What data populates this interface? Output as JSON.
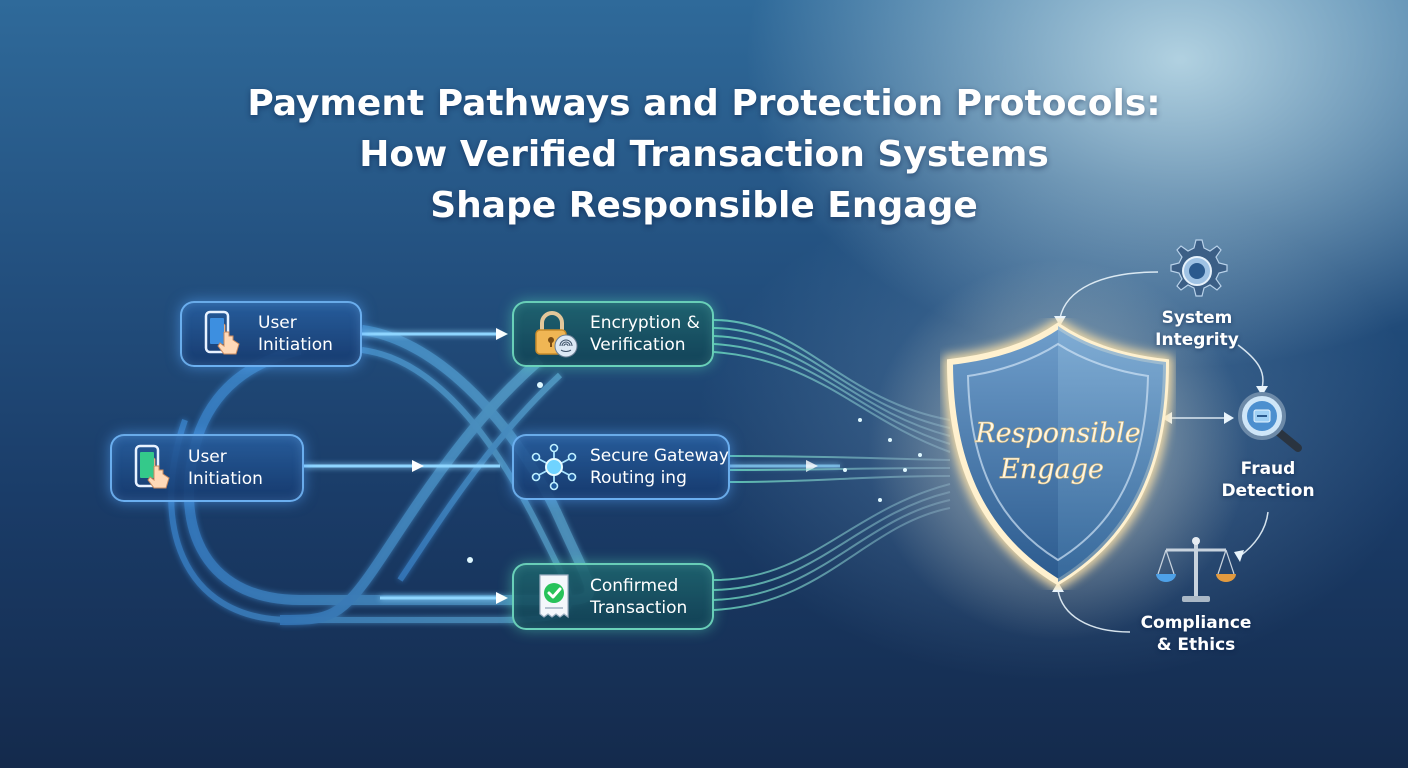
{
  "title": {
    "line1": "Payment Pathways and Protection Protocols:",
    "line2": "How Verified Transaction Systems",
    "line3": "Shape Responsible Engage"
  },
  "nodes": {
    "user_initiation_top": {
      "line1": "User",
      "line2": "Initiation",
      "icon": "phone-touch-icon"
    },
    "user_initiation_left": {
      "line1": "User",
      "line2": "Initiation",
      "icon": "phone-touch-icon"
    },
    "encryption": {
      "line1": "Encryption &",
      "line2": "Verification",
      "icon": "padlock-fingerprint-icon"
    },
    "gateway": {
      "line1": "Secure Gateway",
      "line2": "Routing ing",
      "icon": "network-hub-icon"
    },
    "confirmed": {
      "line1": "Confirmed",
      "line2": "Transaction",
      "icon": "receipt-check-icon"
    }
  },
  "shield": {
    "line1": "Responsible",
    "line2": "Engage",
    "icon": "shield-icon"
  },
  "cycle": {
    "system_integrity": {
      "line1": "System",
      "line2": "Integrity",
      "icon": "gear-icon"
    },
    "fraud_detection": {
      "line1": "Fraud",
      "line2": "Detection",
      "icon": "magnifier-icon"
    },
    "compliance": {
      "line1": "Compliance",
      "line2": "& Ethics",
      "icon": "scales-icon"
    }
  },
  "colors": {
    "accent_blue": "#5fb6ff",
    "accent_teal": "#6fe3c4",
    "shield_glow": "#ffe6b0",
    "check_green": "#27c25a"
  }
}
